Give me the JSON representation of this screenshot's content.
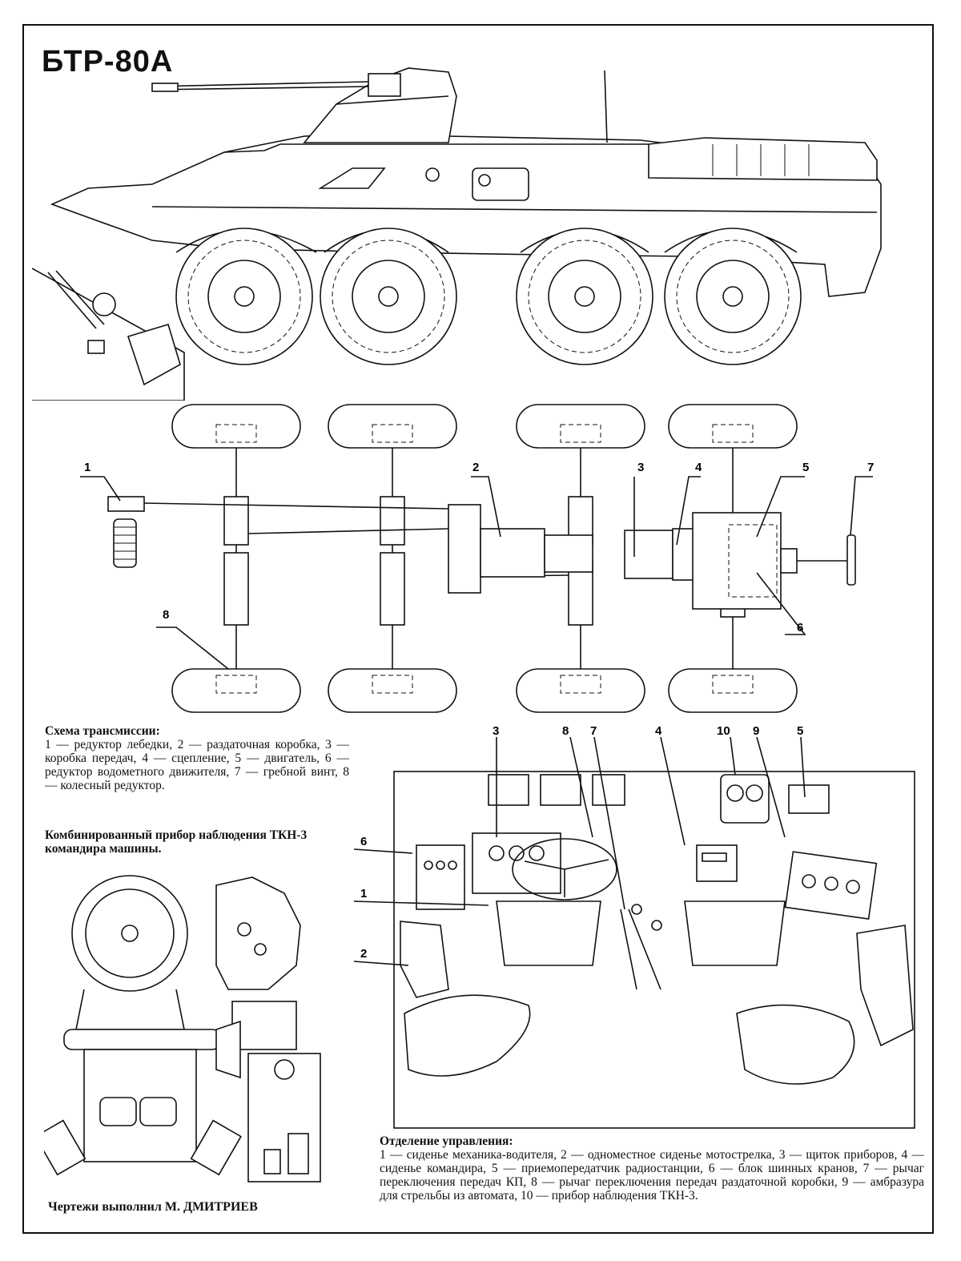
{
  "title": "БТР-80А",
  "transmission": {
    "heading": "Схема трансмиссии:",
    "text": "1 — редуктор лебедки, 2 — раздаточная коробка, 3 — коробка передач, 4 — сцепление, 5 — двигатель, 6 — редуктор водометного движителя, 7 — гребной винт, 8 — колесный редуктор.",
    "callouts": [
      "1",
      "2",
      "3",
      "4",
      "5",
      "6",
      "7",
      "8"
    ]
  },
  "tkn3": {
    "heading": "Комбинированный прибор наблюдения ТКН-3 командира машины."
  },
  "control_compartment": {
    "heading": "Отделение управления:",
    "text": "1 — сиденье механика-водителя, 2 — одноместное сиденье мотострелка, 3 — щиток приборов, 4 — сиденье командира, 5 — приемопередатчик радиостанции, 6 — блок шинных кранов, 7 — рычаг переключения передач КП, 8 — рычаг переключения передач раздаточной коробки, 9 — амбразура для стрельбы из автомата, 10 — прибор наблюдения ТКН-3.",
    "callouts": [
      "3",
      "8",
      "7",
      "4",
      "10",
      "9",
      "5",
      "6",
      "1",
      "2"
    ]
  },
  "credit": "Чертежи выполнил М. ДМИТРИЕВ"
}
